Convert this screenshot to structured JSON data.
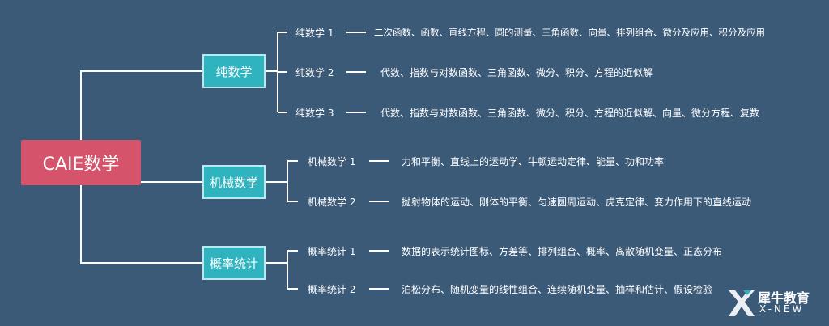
{
  "root": {
    "label": "CAIE数学"
  },
  "branches": [
    {
      "label": "纯数学",
      "leaves": [
        {
          "label": "纯数学 1",
          "desc": "二次函数、函数、直线方程、圆的测量、三角函数、向量、排列组合、微分及应用、积分及应用"
        },
        {
          "label": "纯数学 2",
          "desc": "代数、指数与对数函数、三角函数、微分、积分、方程的近似解"
        },
        {
          "label": "纯数学 3",
          "desc": "代数、指数与对数函数、三角函数、微分、积分、方程的近似解、向量、微分方程、复数"
        }
      ]
    },
    {
      "label": "机械数学",
      "leaves": [
        {
          "label": "机械数学 1",
          "desc": "力和平衡、直线上的运动学、牛顿运动定律、能量、功和功率"
        },
        {
          "label": "机械数学 2",
          "desc": "抛射物体的运动、刚体的平衡、匀速圆周运动、虎克定律、变力作用下的直线运动"
        }
      ]
    },
    {
      "label": "概率统计",
      "leaves": [
        {
          "label": "概率统计 1",
          "desc": "数据的表示统计图标、方差等、排列组合、概率、离散随机变量、正态分布"
        },
        {
          "label": "概率统计 2",
          "desc": "泊松分布、随机变量的线性组合、连续随机变量、抽样和估计、假设检验"
        }
      ]
    }
  ],
  "logo": {
    "cn": "犀牛教育",
    "en": "X-NEW"
  },
  "colors": {
    "background": "#3b5a78",
    "root": "#d6546b",
    "branch": "#2fb3bf",
    "line": "#ffffff"
  }
}
